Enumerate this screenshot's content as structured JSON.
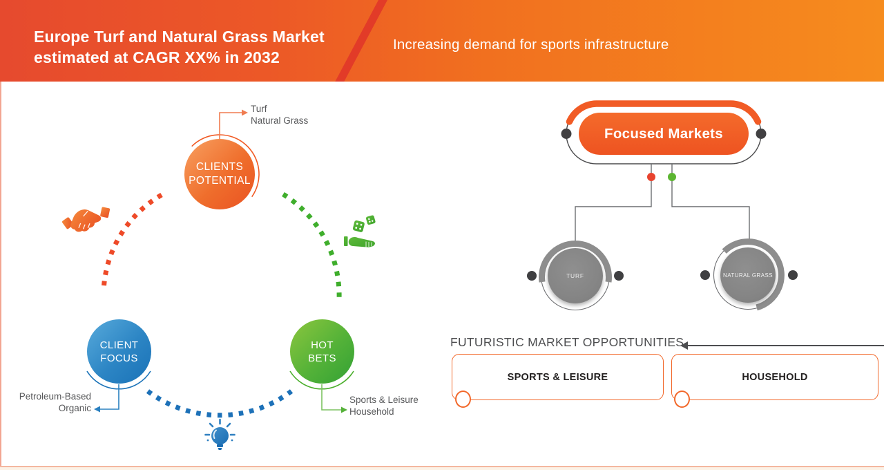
{
  "header": {
    "title_line1": "Europe Turf and Natural Grass Market",
    "title_line2": "estimated at CAGR XX% in 2032",
    "subtitle": "Increasing demand for sports infrastructure"
  },
  "cycle": {
    "nodes": [
      {
        "id": "clients-potential",
        "line1": "CLIENTS",
        "line2": "POTENTIAL",
        "callout1": "Turf",
        "callout2": "Natural Grass"
      },
      {
        "id": "client-focus",
        "line1": "CLIENT",
        "line2": "FOCUS",
        "callout1": "Petroleum-Based",
        "callout2": "Organic"
      },
      {
        "id": "hot-bets",
        "line1": "HOT",
        "line2": "BETS",
        "callout1": "Sports & Leisure",
        "callout2": "Household"
      }
    ],
    "icons": [
      "handshake-icon",
      "dice-hand-icon",
      "lightbulb-icon"
    ]
  },
  "focused": {
    "title": "Focused Markets",
    "children": [
      {
        "label": "TURF"
      },
      {
        "label": "NATURAL GRASS"
      }
    ]
  },
  "opportunities": {
    "heading": "FUTURISTIC MARKET OPPORTUNITIES",
    "boxes": [
      {
        "label": "SPORTS & LEISURE"
      },
      {
        "label": "HOUSEHOLD"
      }
    ]
  },
  "colors": {
    "accent_orange": "#f15b25",
    "blue": "#1b73b8",
    "green": "#4aae2b",
    "gray_node": "#868686",
    "red_dot": "#e8432e",
    "green_dot": "#5cb531",
    "header_left": "#e64a2e",
    "header_right": "#f68c1e"
  }
}
